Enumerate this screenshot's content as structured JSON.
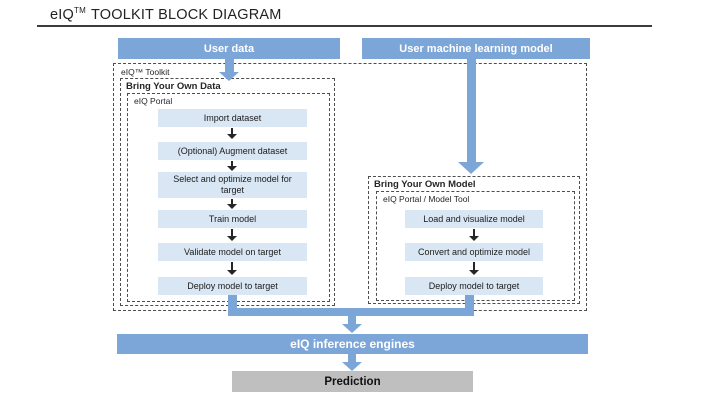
{
  "title": {
    "prefix": "eIQ",
    "trademark": "TM",
    "suffix": "TOOLKIT BLOCK DIAGRAM"
  },
  "sources": {
    "user_data": "User data",
    "user_model": "User machine learning model"
  },
  "toolkit": {
    "label": "eIQ™ Toolkit",
    "byod": {
      "label": "Bring Your Own Data",
      "tool": "eIQ Portal",
      "steps": [
        "Import dataset",
        "(Optional) Augment dataset",
        "Select and optimize model for target",
        "Train model",
        "Validate model on target",
        "Deploy model to target"
      ]
    },
    "byom": {
      "label": "Bring Your Own Model",
      "tool": "eIQ Portal / Model Tool",
      "steps": [
        "Load and visualize model",
        "Convert and optimize model",
        "Deploy model to target"
      ]
    }
  },
  "outputs": {
    "engines": "eIQ inference engines",
    "prediction": "Prediction"
  },
  "colors": {
    "accent_blue": "#7CA6D8",
    "step_fill": "#D9E6F3",
    "prediction_fill": "#BFBFBF",
    "title_rule": "#3C3C3C"
  }
}
